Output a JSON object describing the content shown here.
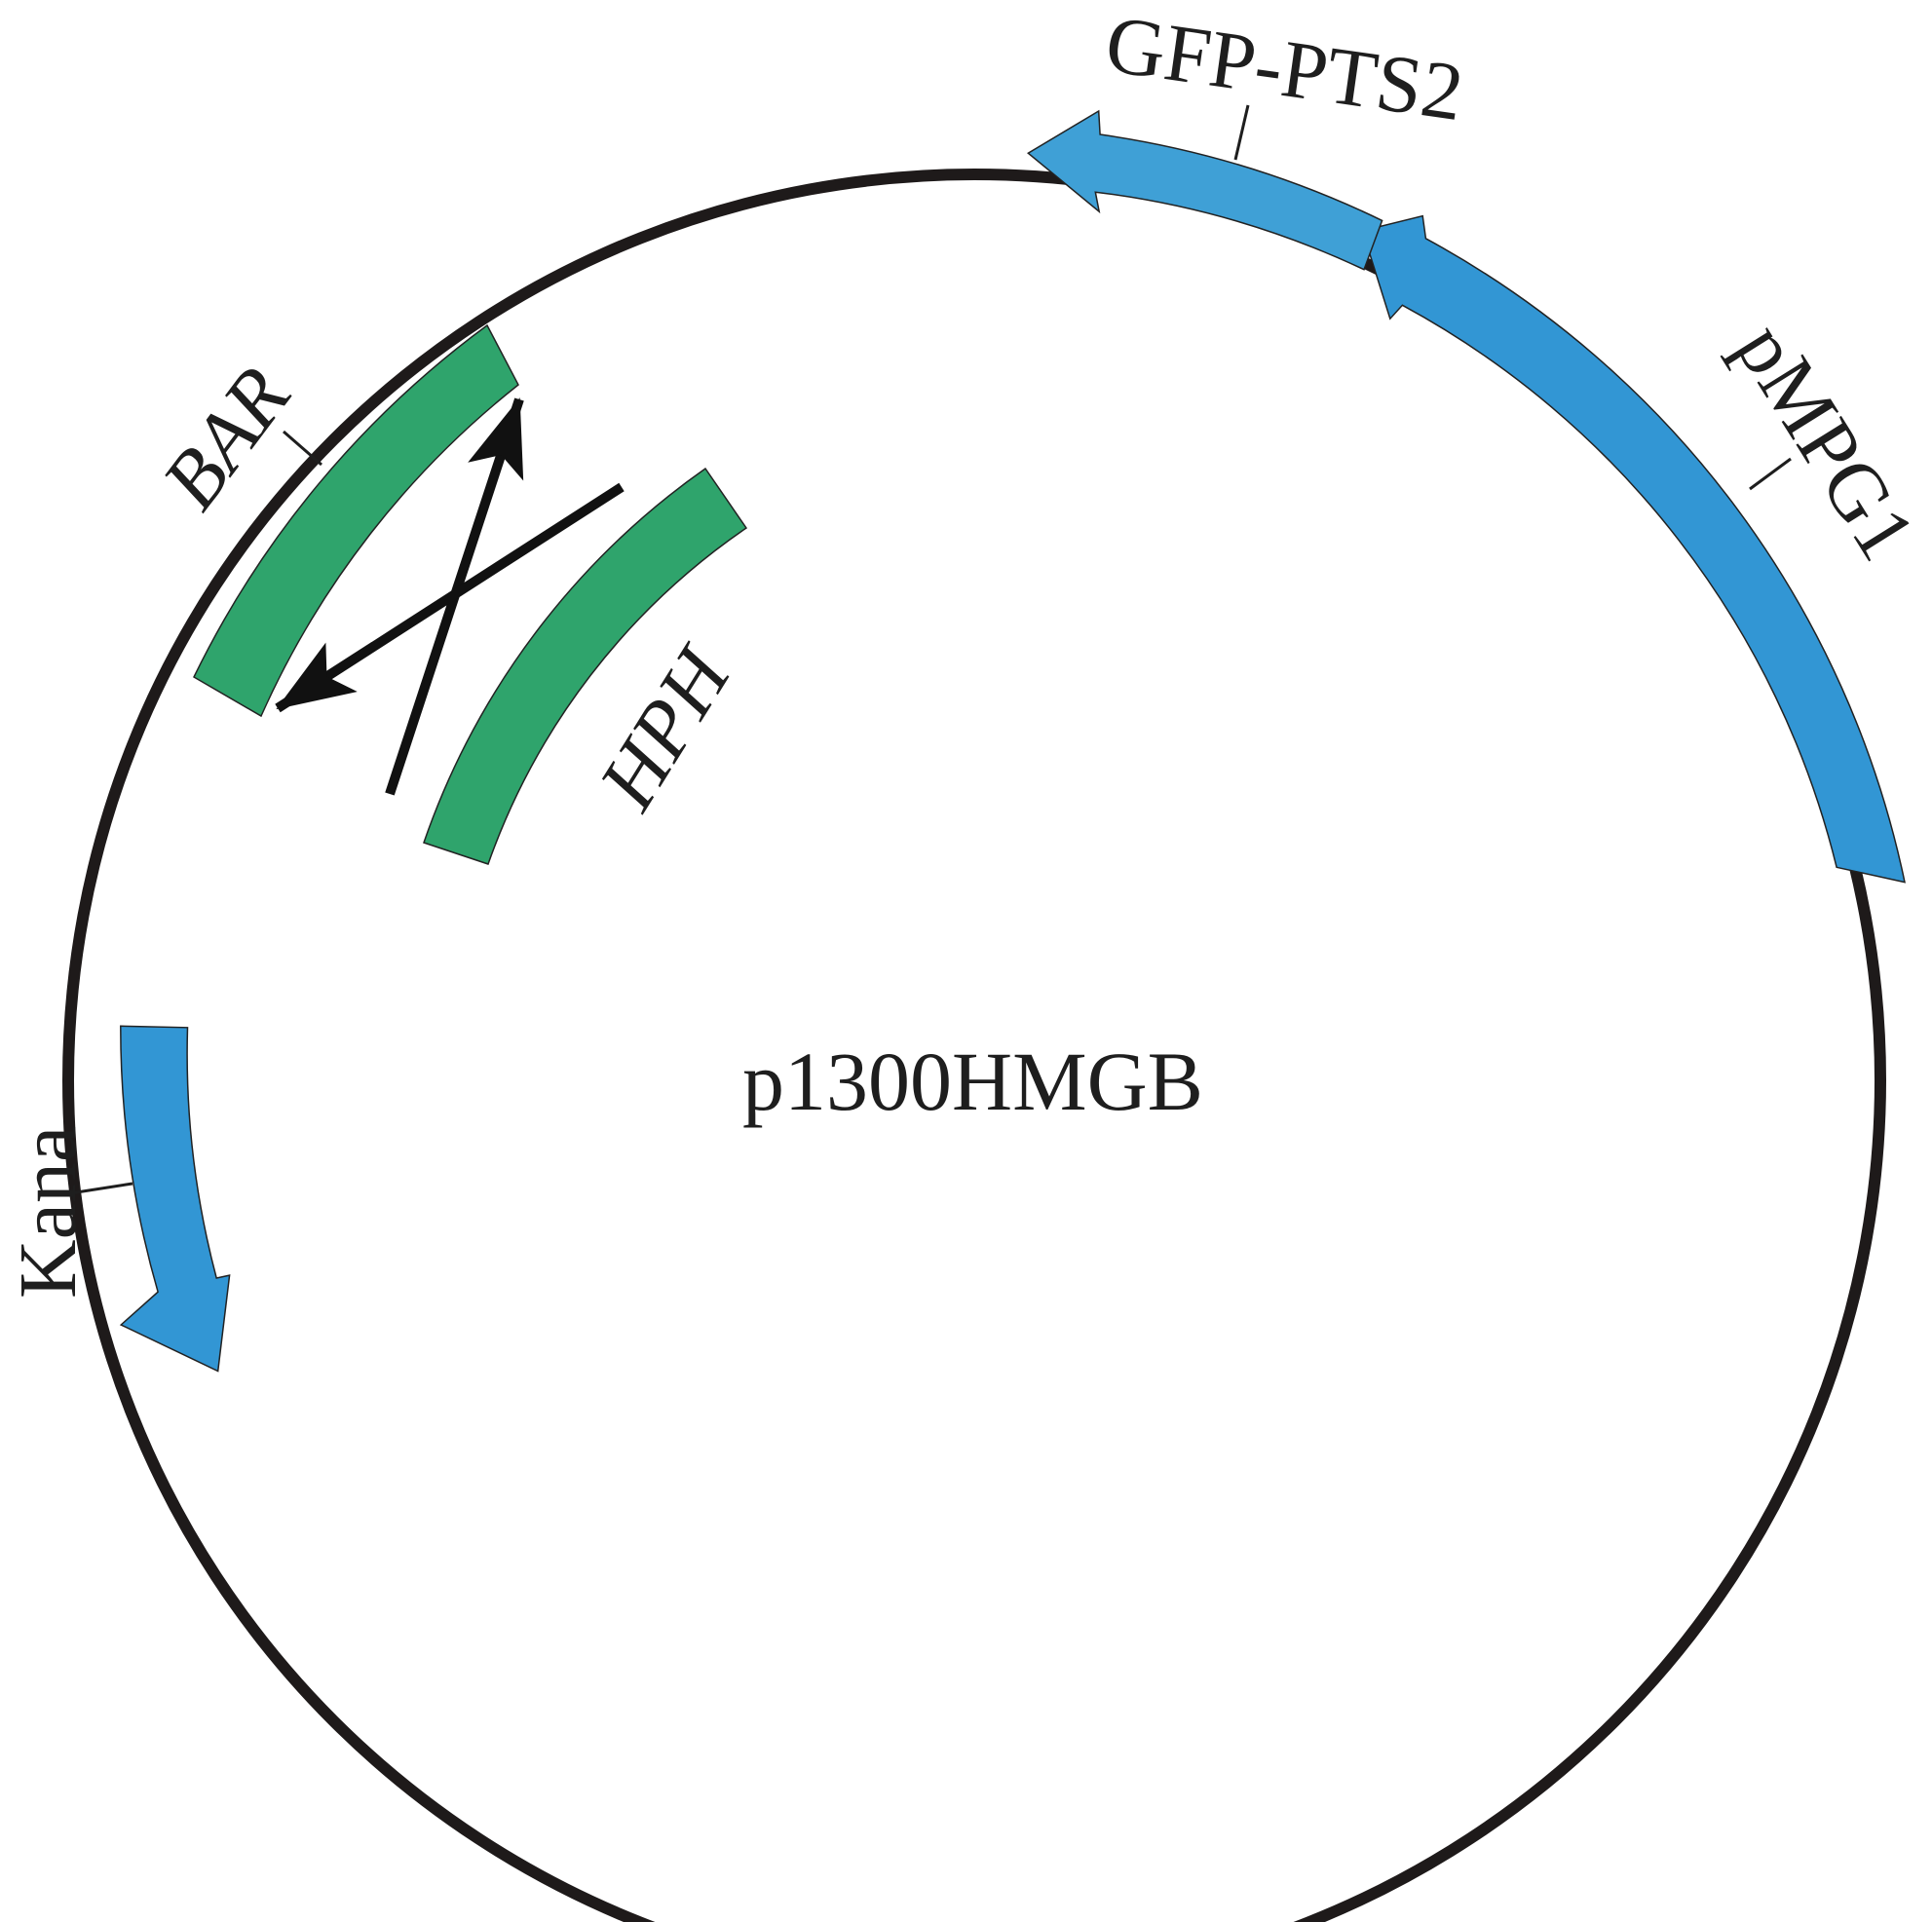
{
  "plasmid": {
    "name": "p1300HMGB"
  },
  "features": {
    "gfp_pts2": {
      "label": "GFP-PTS2",
      "color": "#3fa0d6"
    },
    "pmpg1": {
      "label": "pMPG1",
      "color": "#3296d4"
    },
    "bar": {
      "label": "BAR",
      "color": "#2fa46c"
    },
    "hph": {
      "label": "HPH",
      "color": "#2fa46c"
    },
    "kana": {
      "label": "Kana",
      "color": "#3296d4"
    }
  },
  "colors": {
    "backbone": "#1e1a1a",
    "arrows": "#111111"
  }
}
